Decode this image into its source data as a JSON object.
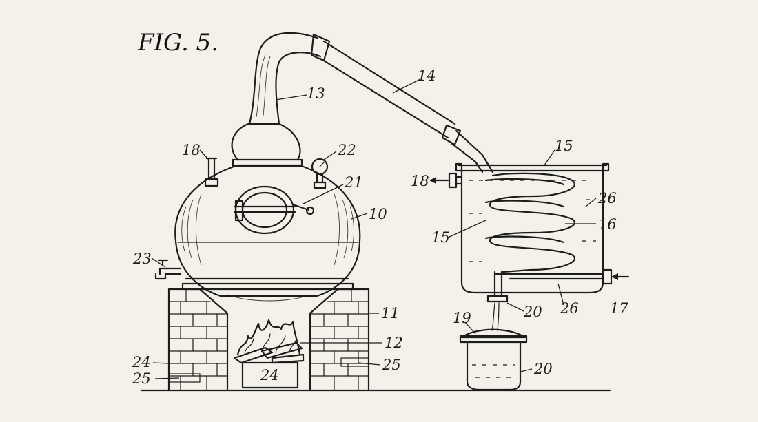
{
  "figure": {
    "title": "FIG. 5."
  },
  "labels": {
    "pot_still": "10",
    "brick_furnace": "11",
    "fire": "12",
    "swan_neck": "13",
    "lyne_arm": "14",
    "condenser_tank_top": "15",
    "condenser_tank_side": "15",
    "worm_coil": "16",
    "water_inlet": "17",
    "water_outlet": "18",
    "vent_pipe": "18",
    "collection_lid": "19",
    "spout_outlet": "20",
    "collection_vessel": "20",
    "manhole_door": "21",
    "pressure_gauge": "22",
    "drain_tap": "23",
    "ash_door": "24",
    "furnace_wall_left": "24",
    "base_left": "25",
    "base_right": "25",
    "cooling_water_upper": "26",
    "cooling_water_lower": "26"
  }
}
